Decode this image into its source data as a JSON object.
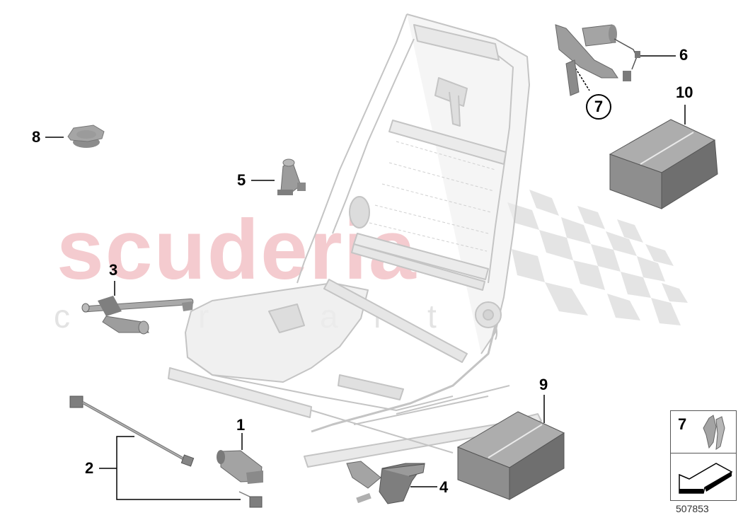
{
  "diagram": {
    "type": "exploded-parts-diagram",
    "subject": "seat frame with electric motors and parts",
    "reference_number": "507853",
    "watermark": {
      "main_text": "scuderia",
      "sub_letters": [
        "c",
        "r",
        "a",
        "r",
        "t"
      ],
      "main_color": "#f2c4c8",
      "sub_color": "#e2e2e2",
      "checker_color": "#e4e4e4"
    },
    "colors": {
      "line": "#000000",
      "seat_frame": "#e6e6e6",
      "seat_frame_stroke": "#bdbdbd",
      "part_fill": "#9a9a9a",
      "part_dark": "#6f6f6f",
      "box_top": "#a8a8a8",
      "box_left": "#8f8f8f",
      "box_right": "#6d6d6d"
    },
    "callouts": [
      {
        "id": "1",
        "label": "1",
        "part": "motor"
      },
      {
        "id": "2",
        "label": "2",
        "part": "cable-with-connectors"
      },
      {
        "id": "3",
        "label": "3",
        "part": "seat-adjustment-motor-with-spindle"
      },
      {
        "id": "4",
        "label": "4",
        "part": "motor-with-bracket"
      },
      {
        "id": "5",
        "label": "5",
        "part": "motor"
      },
      {
        "id": "6",
        "label": "6",
        "part": "lumbar-support-drive-unit"
      },
      {
        "id": "7",
        "label": "7",
        "part": "clip",
        "circled": true
      },
      {
        "id": "8",
        "label": "8",
        "part": "cap"
      },
      {
        "id": "9",
        "label": "9",
        "part": "repair-kit-box"
      },
      {
        "id": "10",
        "label": "10",
        "part": "repair-kit-box"
      }
    ],
    "inset": {
      "label": "7",
      "part": "clip",
      "icon": "arrow-icon"
    }
  }
}
